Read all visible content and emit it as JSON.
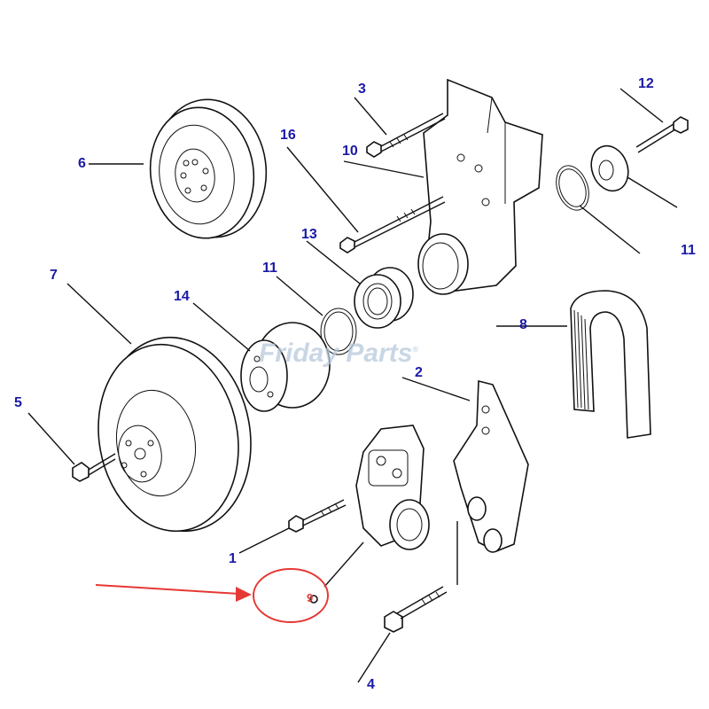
{
  "watermark": {
    "brand": "Friday Parts",
    "mark": "®"
  },
  "labels": {
    "p1": "1",
    "p2": "2",
    "p3": "3",
    "p4": "4",
    "p5": "5",
    "p6": "6",
    "p7": "7",
    "p8": "8",
    "p9": "9",
    "p10": "10",
    "p11a": "11",
    "p11b": "11",
    "p12": "12",
    "p13": "13",
    "p14": "14",
    "p16": "16"
  },
  "colors": {
    "label": "#1a1aa6",
    "highlight": "#e53935",
    "watermark": "#b7c9dc"
  },
  "highlight": {
    "target": "9",
    "shape": "ellipse-with-arrow"
  }
}
